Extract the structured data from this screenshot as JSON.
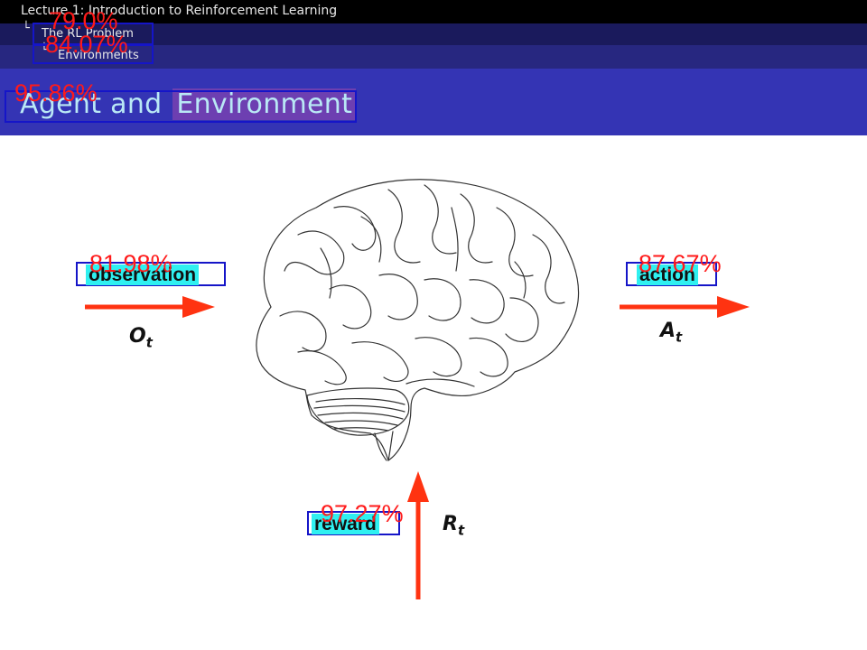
{
  "header": {
    "lecture_title": "Lecture 1: Introduction to Reinforcement Learning",
    "section": "The RL Problem",
    "subsection": "Environments"
  },
  "slide": {
    "title_part1": "Agent and",
    "title_part2": "Environment"
  },
  "diagram": {
    "observation_label": "observation",
    "observation_symbol": "O",
    "observation_sub": "t",
    "action_label": "action",
    "action_symbol": "A",
    "action_sub": "t",
    "reward_label": "reward",
    "reward_symbol": "R",
    "reward_sub": "t"
  },
  "detections": {
    "section_conf": "79.0%",
    "subsection_conf": "84.07%",
    "title_conf": "95.86%",
    "observation_conf": "81.98%",
    "action_conf": "87.67%",
    "reward_conf": "97.27%"
  },
  "colors": {
    "arrow": "#ff3311",
    "box": "#1515c8",
    "conf_text": "#ff1a1a",
    "label_fill": "#2ff0f0"
  }
}
